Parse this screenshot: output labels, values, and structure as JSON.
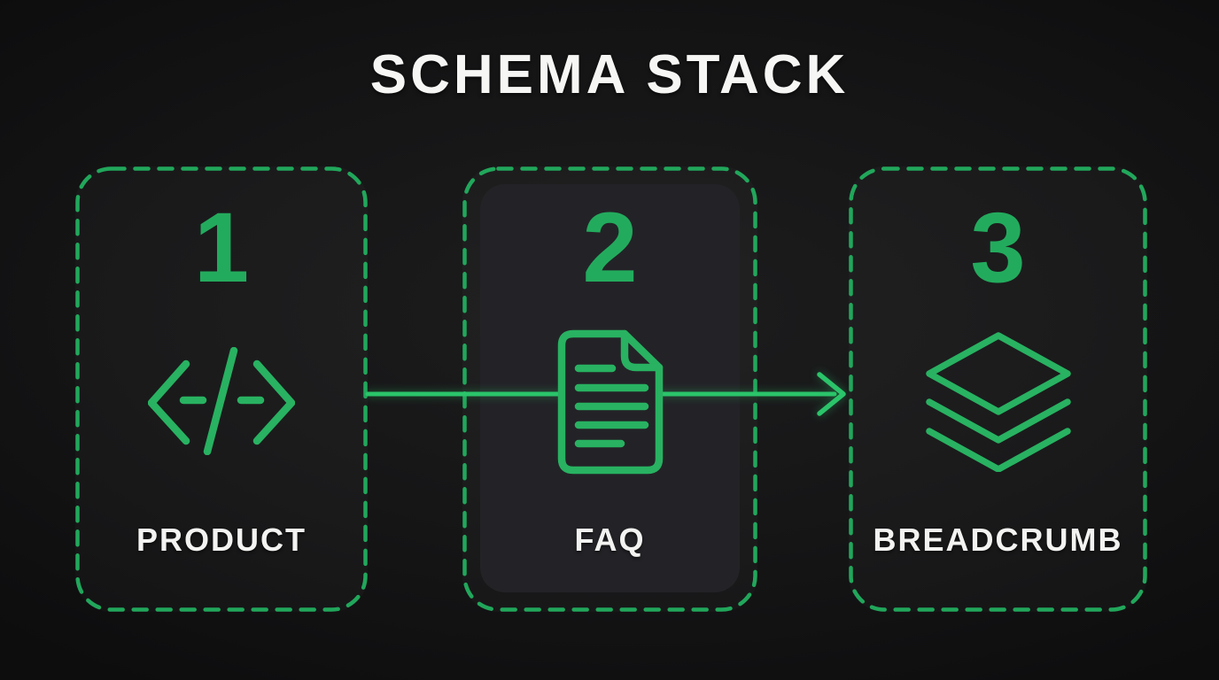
{
  "title": "SCHEMA STACK",
  "steps": [
    {
      "number": "1",
      "label": "PRODUCT",
      "icon": "code-icon"
    },
    {
      "number": "2",
      "label": "FAQ",
      "icon": "document-icon"
    },
    {
      "number": "3",
      "label": "BREADCRUMB",
      "icon": "layers-icon"
    }
  ],
  "flow": {
    "direction": "left-to-right",
    "arrow": "arrow-right-icon"
  },
  "colors": {
    "background": "#151516",
    "card_bg": "#1c1c1e",
    "card2_panel_bg": "#232327",
    "border_green": "#21a75b",
    "number_green": "#23ab5d",
    "icon_green": "#28b261",
    "arrow_green": "#2bc46a",
    "label_white": "#f3f3f1",
    "title_white": "#f6f6f4"
  }
}
